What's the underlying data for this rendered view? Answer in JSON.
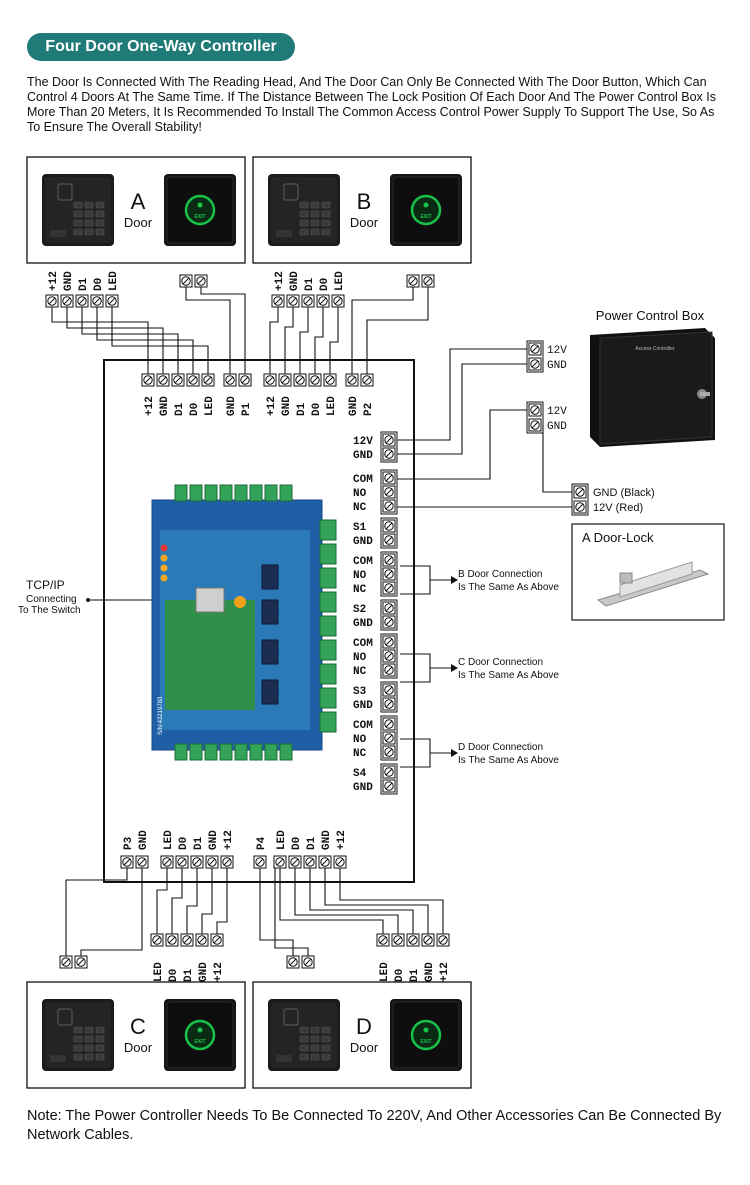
{
  "title": "Four Door One-Way Controller",
  "intro": "The Door Is Connected With The Reading Head, And The Door Can Only Be Connected With The Door Button, Which Can Control 4 Doors At The Same Time. If The Distance Between The Lock Position Of Each Door And The Power Control Box Is More Than 20 Meters, It Is Recommended To Install The Common Access Control Power Supply To Support The Use, So As To Ensure The Overall Stability!",
  "doors": [
    {
      "letter": "A",
      "label": "Door"
    },
    {
      "letter": "B",
      "label": "Door"
    },
    {
      "letter": "C",
      "label": "Door"
    },
    {
      "letter": "D",
      "label": "Door"
    }
  ],
  "exit_label": "EXIT",
  "reader_pins": [
    "+12",
    "GND",
    "D1",
    "D0",
    "LED"
  ],
  "top_terminals": {
    "p1": [
      "GND",
      "P1"
    ],
    "p2": [
      "GND",
      "P2"
    ]
  },
  "bottom_terminals": {
    "p3": [
      "P3",
      "GND"
    ],
    "p4": [
      "P4"
    ]
  },
  "right_terminals": [
    [
      "12V",
      "GND"
    ],
    [
      "COM",
      "NO",
      "NC"
    ],
    [
      "S1",
      "GND"
    ],
    [
      "COM",
      "NO",
      "NC"
    ],
    [
      "S2",
      "GND"
    ],
    [
      "COM",
      "NO",
      "NC"
    ],
    [
      "S3",
      "GND"
    ],
    [
      "COM",
      "NO",
      "NC"
    ],
    [
      "S4",
      "GND"
    ]
  ],
  "power_box": {
    "title": "Power Control Box",
    "out1": [
      "12V",
      "GND"
    ],
    "out2": [
      "12V",
      "GND"
    ],
    "lock_wires": [
      "GND (Black)",
      "12V (Red)"
    ],
    "panel_text": "Access Controller"
  },
  "door_lock": {
    "title": "A Door-Lock"
  },
  "tcp": {
    "line1": "TCP/IP",
    "line2": "Connecting",
    "line3": "To The Switch"
  },
  "connections": [
    {
      "line1": "B Door Connection",
      "line2": "Is The Same As Above"
    },
    {
      "line1": "C Door Connection",
      "line2": "Is The Same As Above"
    },
    {
      "line1": "D Door Connection",
      "line2": "Is The Same As Above"
    }
  ],
  "board_serial": "S/N:43219783",
  "note": "Note: The Power Controller Needs To Be Connected To 220V, And Other Accessories Can Be Connected By Network Cables.",
  "colors": {
    "banner": "#1f7a78",
    "board_blue": "#1f5fa8",
    "board_green": "#2f8f4a",
    "exit_ring": "#19c34a"
  }
}
